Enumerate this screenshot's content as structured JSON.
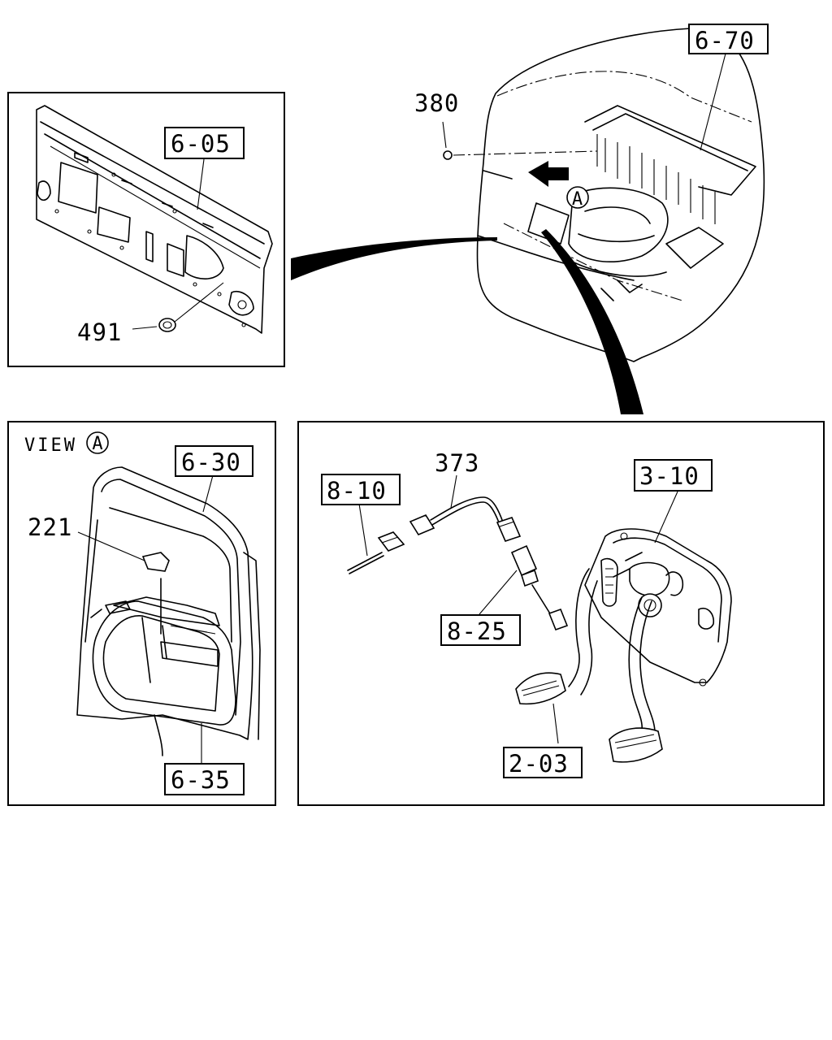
{
  "callouts": {
    "ref_6_70": "6-70",
    "ref_6_05": "6-05",
    "ref_6_30": "6-30",
    "ref_6_35": "6-35",
    "ref_8_10": "8-10",
    "ref_8_25": "8-25",
    "ref_3_10": "3-10",
    "ref_2_03": "2-03"
  },
  "parts": {
    "p380": "380",
    "p491": "491",
    "p221": "221",
    "p373": "373"
  },
  "view": {
    "text": "VIEW",
    "marker": "A"
  },
  "arrow_marker": "A"
}
